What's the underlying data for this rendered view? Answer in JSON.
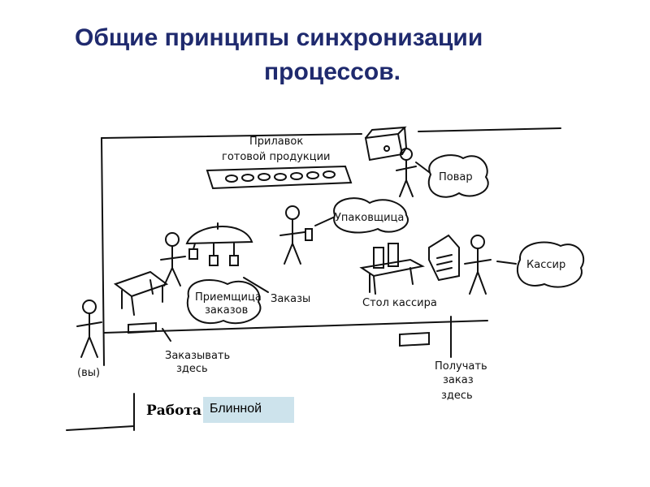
{
  "title": {
    "line1": "Общие принципы синхронизации",
    "line2": "процессов."
  },
  "diagram": {
    "counter_label_1": "Прилавок",
    "counter_label_2": "готовой продукции",
    "cook": "Повар",
    "packer": "Упаковщица",
    "receiver_1": "Приемщица",
    "receiver_2": "заказов",
    "orders": "Заказы",
    "cashier_desk": "Стол кассира",
    "cashier": "Кассир",
    "you": "(вы)",
    "order_here_1": "Заказывать",
    "order_here_2": "здесь",
    "pickup_1": "Получать",
    "pickup_2": "заказ",
    "pickup_3": "здесь"
  },
  "caption": {
    "work": "Работа",
    "pancake": "Блинной"
  }
}
